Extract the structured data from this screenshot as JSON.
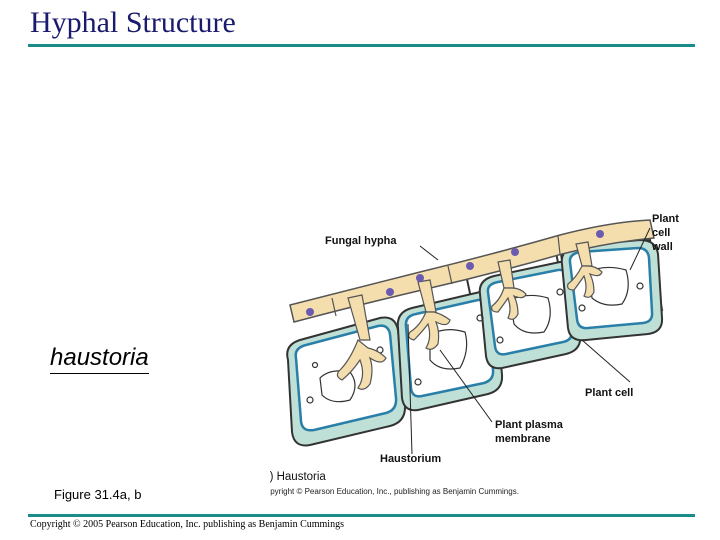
{
  "slide": {
    "title": "Hyphal Structure",
    "haustoria_label": "haustoria",
    "figure_ref": "Figure 31.4a, b",
    "footer_copyright": "Copyright © 2005 Pearson Education, Inc. publishing as Benjamin Cummings"
  },
  "diagram": {
    "labels": {
      "fungal_hypha": "Fungal hypha",
      "plant_cell_wall_1": "Plant",
      "plant_cell_wall_2": "cell",
      "plant_cell_wall_3": "wall",
      "plant_cell": "Plant cell",
      "plasma_membrane_1": "Plant plasma",
      "plasma_membrane_2": "membrane",
      "haustorium": "Haustorium"
    },
    "caption": "(c) Haustoria",
    "caption_copyright": "Copyright © Pearson Education, Inc., publishing as Benjamin Cummings."
  }
}
